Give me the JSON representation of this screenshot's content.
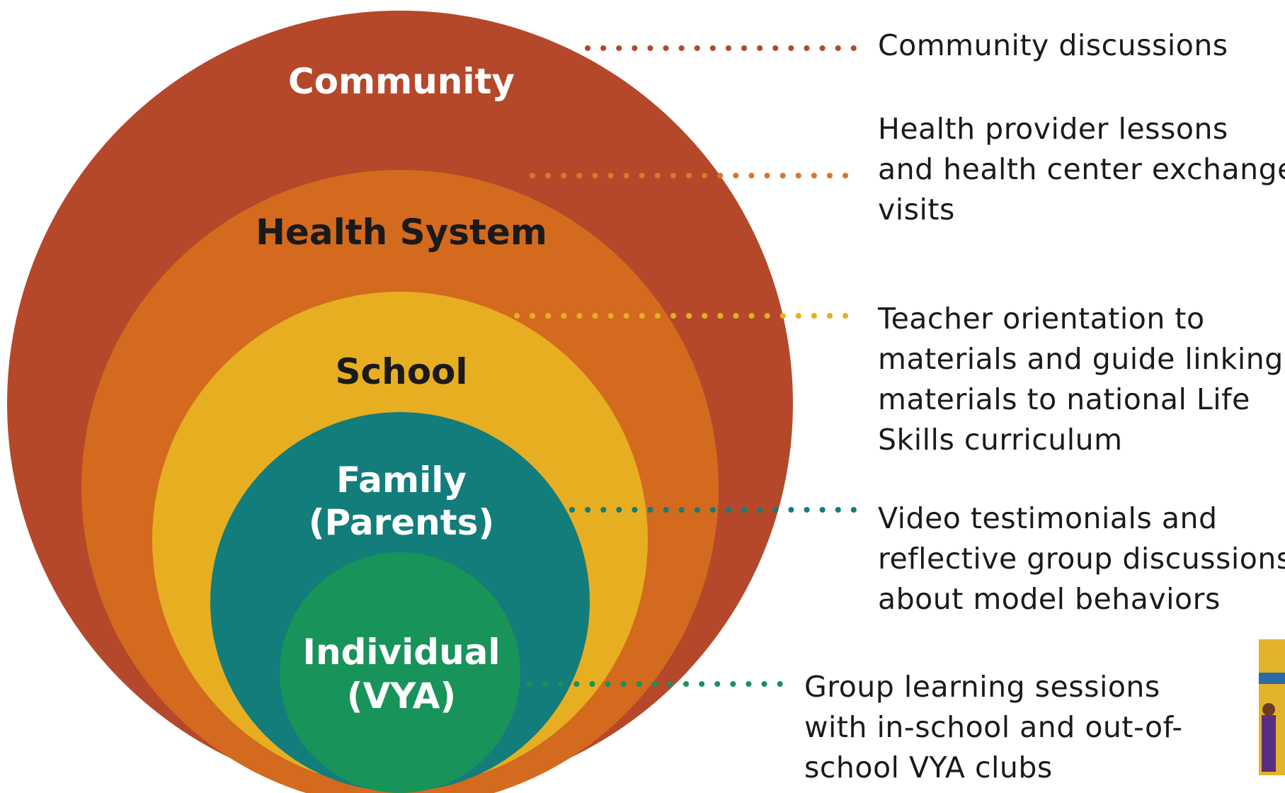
{
  "colors": {
    "community": "#B5482A",
    "health_system": "#D36A1E",
    "school": "#E7AE22",
    "family": "#127D7B",
    "individual": "#18935A",
    "white_label": "#FFFFFF",
    "dark_label": "#1A1A1A"
  },
  "levels": [
    {
      "key": "community",
      "label_lines": [
        "Community"
      ],
      "description_lines": [
        "Community discussions"
      ]
    },
    {
      "key": "health_system",
      "label_lines": [
        "Health System"
      ],
      "description_lines": [
        "Health provider lessons",
        "and health center exchange",
        "visits"
      ]
    },
    {
      "key": "school",
      "label_lines": [
        "School"
      ],
      "description_lines": [
        "Teacher orientation to",
        "materials and guide linking",
        "materials to national Life",
        "Skills curriculum"
      ]
    },
    {
      "key": "family",
      "label_lines": [
        "Family",
        "(Parents)"
      ],
      "description_lines": [
        "Video testimonials and",
        "reflective group discussions",
        "about model behaviors"
      ]
    },
    {
      "key": "individual",
      "label_lines": [
        "Individual",
        "(VYA)"
      ],
      "description_lines": [
        "Group learning sessions",
        "with in-school and out-of-",
        "school VYA clubs"
      ]
    }
  ]
}
